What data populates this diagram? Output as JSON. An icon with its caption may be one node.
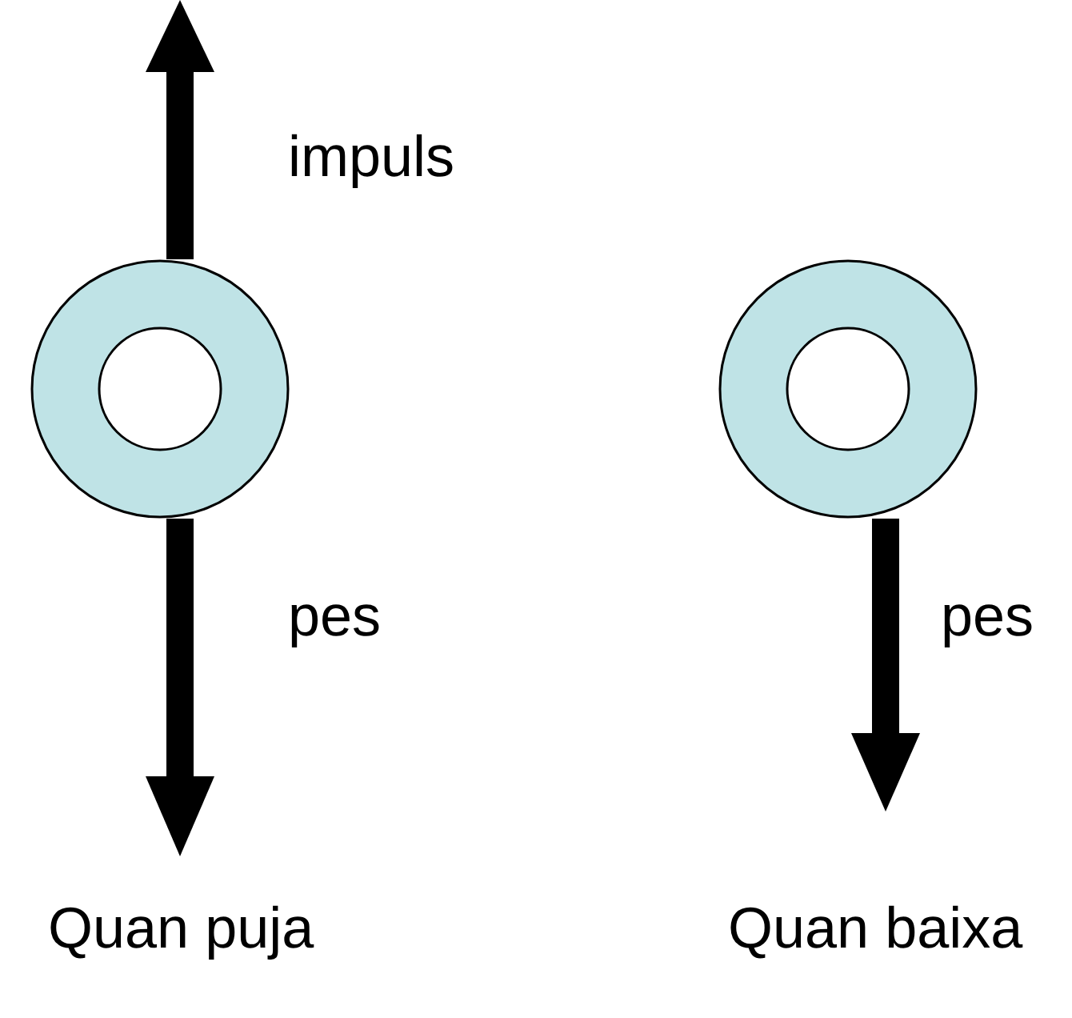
{
  "diagram": {
    "labels": [
      "impuls",
      "pes",
      "pes",
      "Quan puja",
      "Quan baixa"
    ]
  }
}
